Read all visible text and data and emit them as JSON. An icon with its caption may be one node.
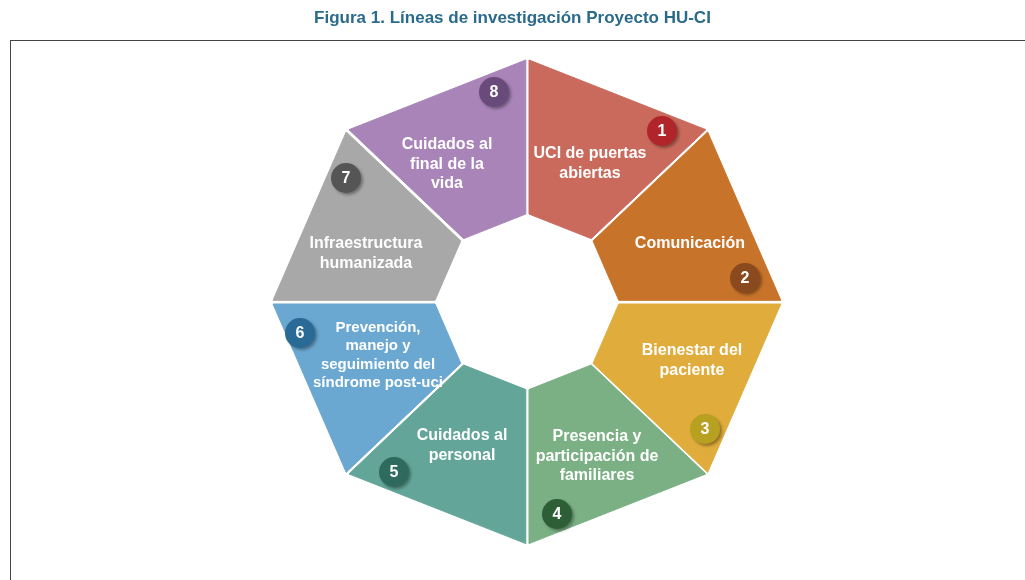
{
  "diagram": {
    "title": "Figura 1. Líneas de investigación Proyecto HU-CI",
    "nodes": [
      {
        "text": [
          "UCI de puertas abiertas",
          "1"
        ]
      },
      {
        "text": [
          "Comunicación",
          "2"
        ]
      },
      {
        "text": [
          "Bienestar del paciente",
          "3"
        ]
      },
      {
        "text": [
          "Presencia y participación de familiares",
          "4"
        ]
      },
      {
        "text": [
          "Cuidados al personal",
          "5"
        ]
      },
      {
        "text": [
          "6",
          "Prevención, manejo y seguimiento del síndrome post-uci"
        ]
      },
      {
        "text": [
          "7",
          "Infraestructura humanizada"
        ]
      },
      {
        "text": [
          "8",
          "Cuidados al final de la vida"
        ]
      }
    ]
  }
}
